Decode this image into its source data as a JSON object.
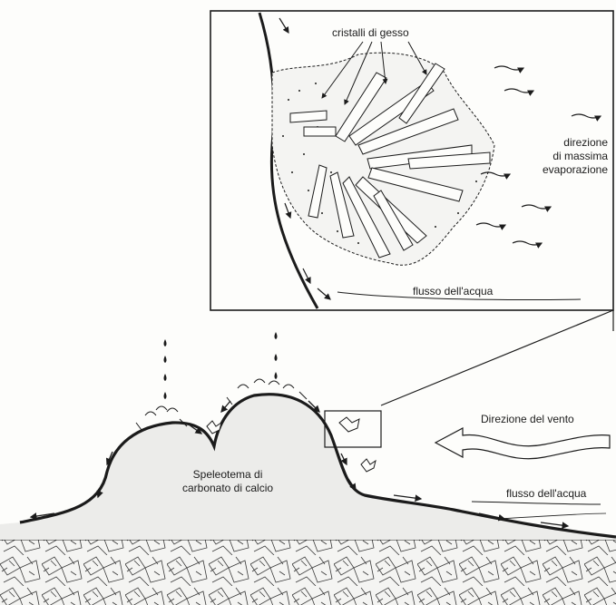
{
  "labels": {
    "gypsum_crystals": "cristalli di gesso",
    "evaporation_line1": "direzione",
    "evaporation_line2": "di massima",
    "evaporation_line3": "evaporazione",
    "water_flow_inset": "flusso dell'acqua",
    "wind_direction": "Direzione del vento",
    "speleothem_line1": "Speleotema di",
    "speleothem_line2": "carbonato di calcio",
    "water_flow_main": "flusso dell'acqua"
  },
  "colors": {
    "ink": "#1b1b1b",
    "fill": "#ececea",
    "paper": "#fdfdfb"
  }
}
